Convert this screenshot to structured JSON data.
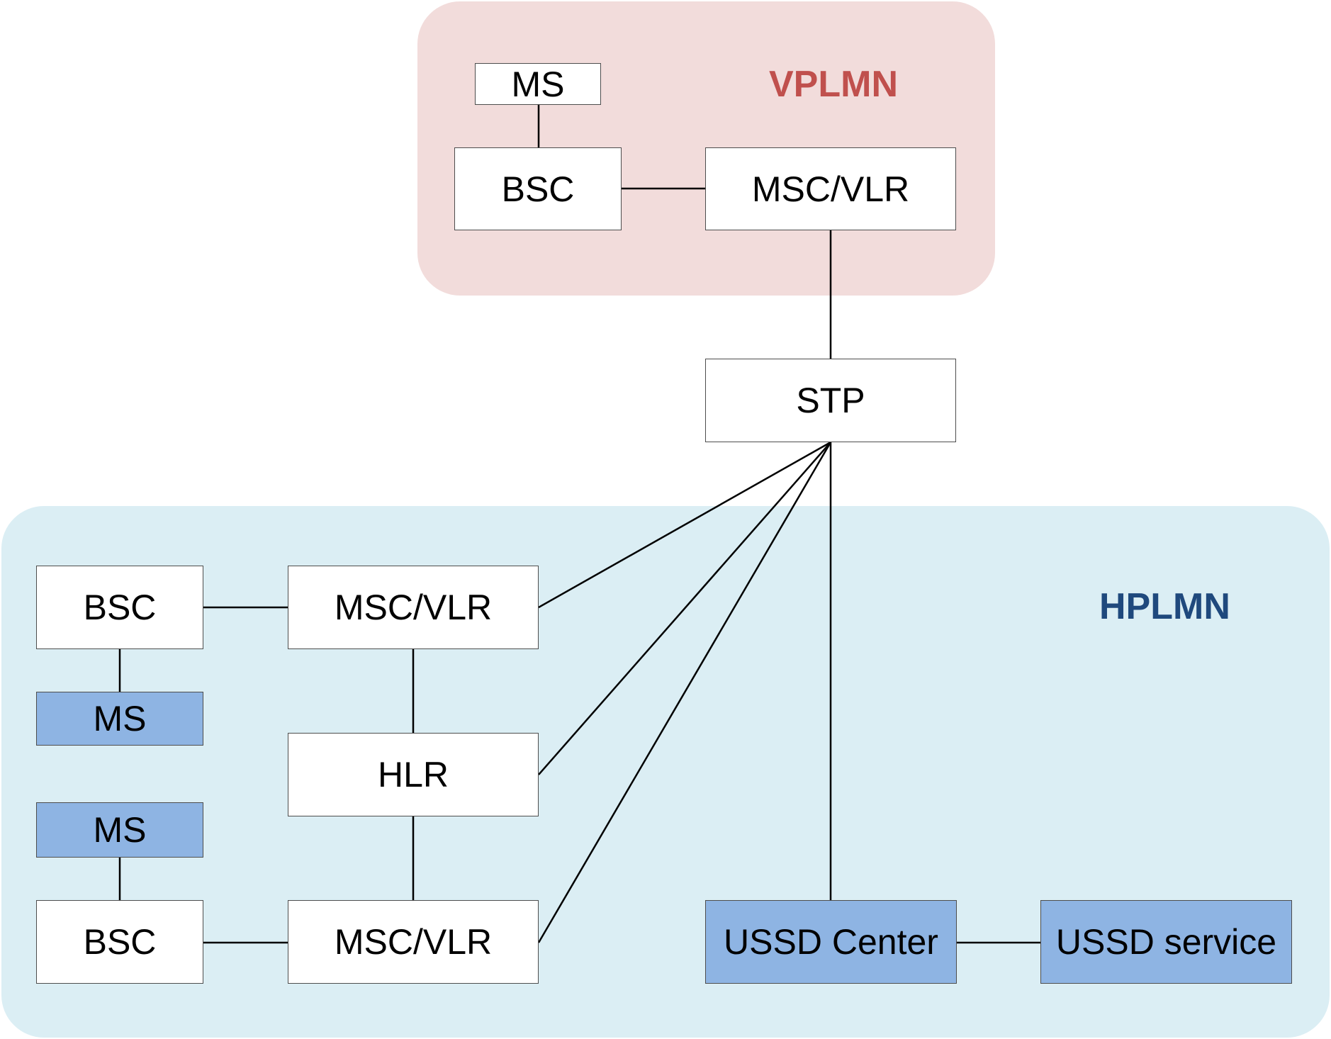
{
  "regions": {
    "vplmn": {
      "label": "VPLMN",
      "fill": "#f2dcdb",
      "label_color": "#c0504d"
    },
    "hplmn": {
      "label": "HPLMN",
      "fill": "#dbeef4",
      "label_color": "#1f497d"
    }
  },
  "nodes": {
    "v_ms": {
      "label": "MS"
    },
    "v_bsc": {
      "label": "BSC"
    },
    "v_msc": {
      "label": "MSC/VLR"
    },
    "stp": {
      "label": "STP"
    },
    "h_bsc1": {
      "label": "BSC"
    },
    "h_msc1": {
      "label": "MSC/VLR"
    },
    "h_ms1": {
      "label": "MS"
    },
    "hlr": {
      "label": "HLR"
    },
    "h_ms2": {
      "label": "MS"
    },
    "h_bsc2": {
      "label": "BSC"
    },
    "h_msc2": {
      "label": "MSC/VLR"
    },
    "ussd_center": {
      "label": "USSD Center"
    },
    "ussd_service": {
      "label": "USSD service"
    }
  },
  "colors": {
    "node_default": "#ffffff",
    "node_highlight": "#8eb4e3"
  }
}
